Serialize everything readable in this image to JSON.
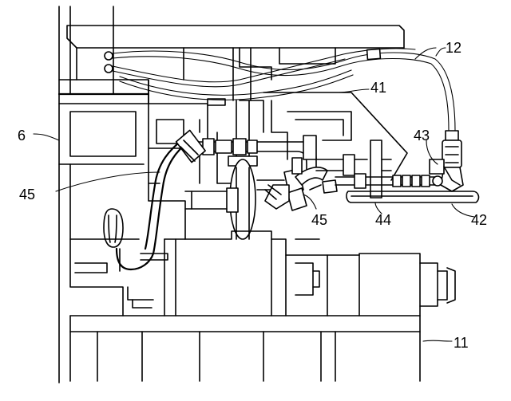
{
  "labels": {
    "ref_6": "6",
    "ref_11": "11",
    "ref_12": "12",
    "ref_41": "41",
    "ref_42": "42",
    "ref_43": "43",
    "ref_44": "44",
    "ref_45_left": "45",
    "ref_45_center": "45"
  }
}
